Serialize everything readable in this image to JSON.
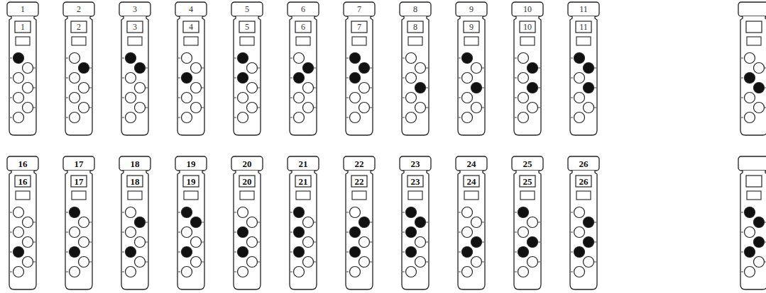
{
  "diagram": {
    "nodes": [
      {
        "text": [
          "1",
          "1"
        ]
      },
      {
        "text": [
          "2",
          "2"
        ]
      },
      {
        "text": [
          "3",
          "3"
        ]
      },
      {
        "text": [
          "4",
          "4"
        ]
      },
      {
        "text": [
          "5",
          "5"
        ]
      },
      {
        "text": [
          "6",
          "6"
        ]
      },
      {
        "text": [
          "7",
          "7"
        ]
      },
      {
        "text": [
          "8",
          "8"
        ]
      },
      {
        "text": [
          "9",
          "9"
        ]
      },
      {
        "text": [
          "10",
          "10"
        ]
      },
      {
        "text": [
          "11",
          "11"
        ]
      },
      {
        "text": [
          "16",
          "16"
        ]
      },
      {
        "text": [
          "17",
          "17"
        ]
      },
      {
        "text": [
          "18",
          "18"
        ]
      },
      {
        "text": [
          "19",
          "19"
        ]
      },
      {
        "text": [
          "20",
          "20"
        ]
      },
      {
        "text": [
          "21",
          "21"
        ]
      },
      {
        "text": [
          "22",
          "22"
        ]
      },
      {
        "text": [
          "23",
          "23"
        ]
      },
      {
        "text": [
          "24",
          "24"
        ]
      },
      {
        "text": [
          "25",
          "25"
        ]
      },
      {
        "text": [
          "26",
          "26"
        ]
      }
    ]
  }
}
